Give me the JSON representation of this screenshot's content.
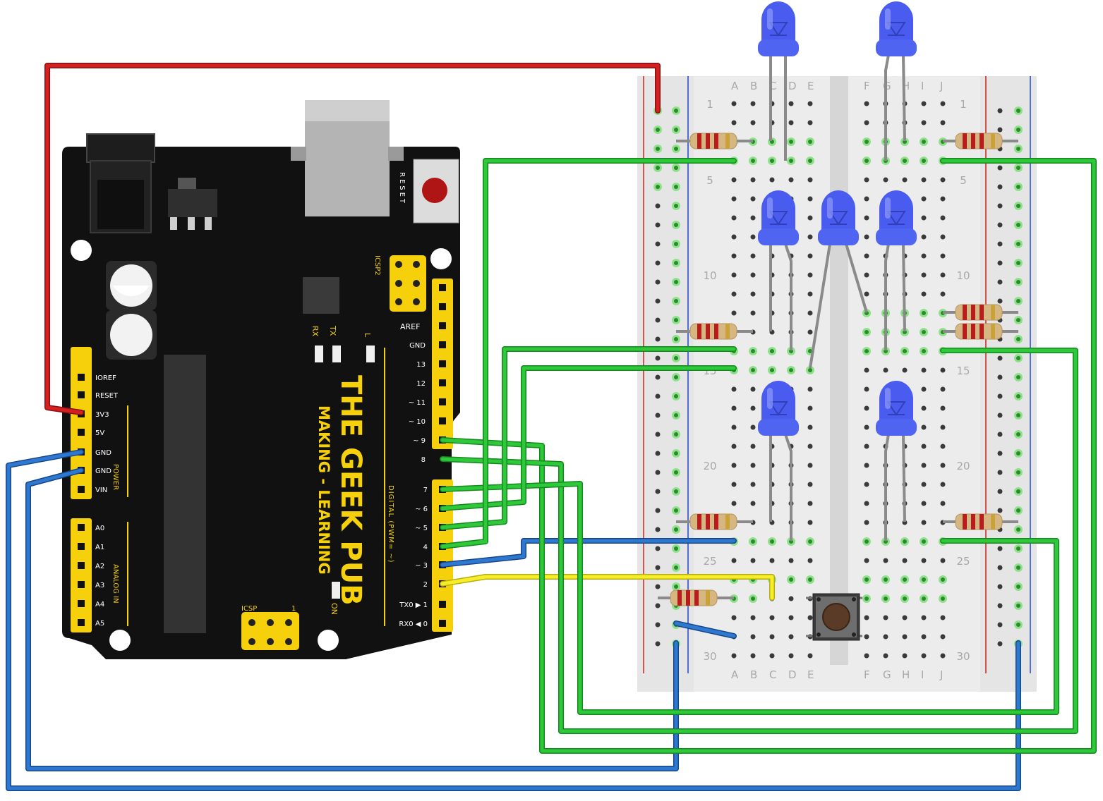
{
  "board": {
    "brand_line1": "THE GEEK PUB",
    "brand_line2": "MAKING - LEARNING",
    "reset_label": "RESET",
    "icsp2_label": "ICSP2",
    "icsp_label": "ICSP",
    "icsp_one": "1",
    "rx_label": "RX",
    "tx_label": "TX",
    "l_label": "L",
    "on_label": "ON",
    "aref_label": "AREF",
    "digital_label": "DIGITAL (PWM= ~)",
    "power_label": "POWER",
    "analog_label": "ANALOG IN",
    "power_pins": [
      "IOREF",
      "RESET",
      "3V3",
      "5V",
      "GND",
      "GND",
      "VIN"
    ],
    "analog_pins": [
      "A0",
      "A1",
      "A2",
      "A3",
      "A4",
      "A5"
    ],
    "digital_high": [
      "GND",
      "13",
      "12",
      "~ 11",
      "~ 10",
      "~ 9",
      "8"
    ],
    "digital_low": [
      "7",
      "~ 6",
      "~ 5",
      "4",
      "~ 3",
      "2",
      "TX0 ▶ 1",
      "RX0 ◀ 0"
    ]
  },
  "breadboard": {
    "columns_left": [
      "A",
      "B",
      "C",
      "D",
      "E"
    ],
    "columns_right": [
      "F",
      "G",
      "H",
      "I",
      "J"
    ],
    "row_numbers": [
      "1",
      "5",
      "10",
      "15",
      "20",
      "25",
      "30"
    ]
  },
  "colors": {
    "wire_power": "#c81a1a",
    "wire_ground": "#1f66c0",
    "wire_signal": "#1fbd2c",
    "wire_button": "#f2e81c",
    "board": "#111111",
    "header": "#f5d00b",
    "led": "#4a5cf0",
    "breadboard": "#e5e5e5"
  }
}
